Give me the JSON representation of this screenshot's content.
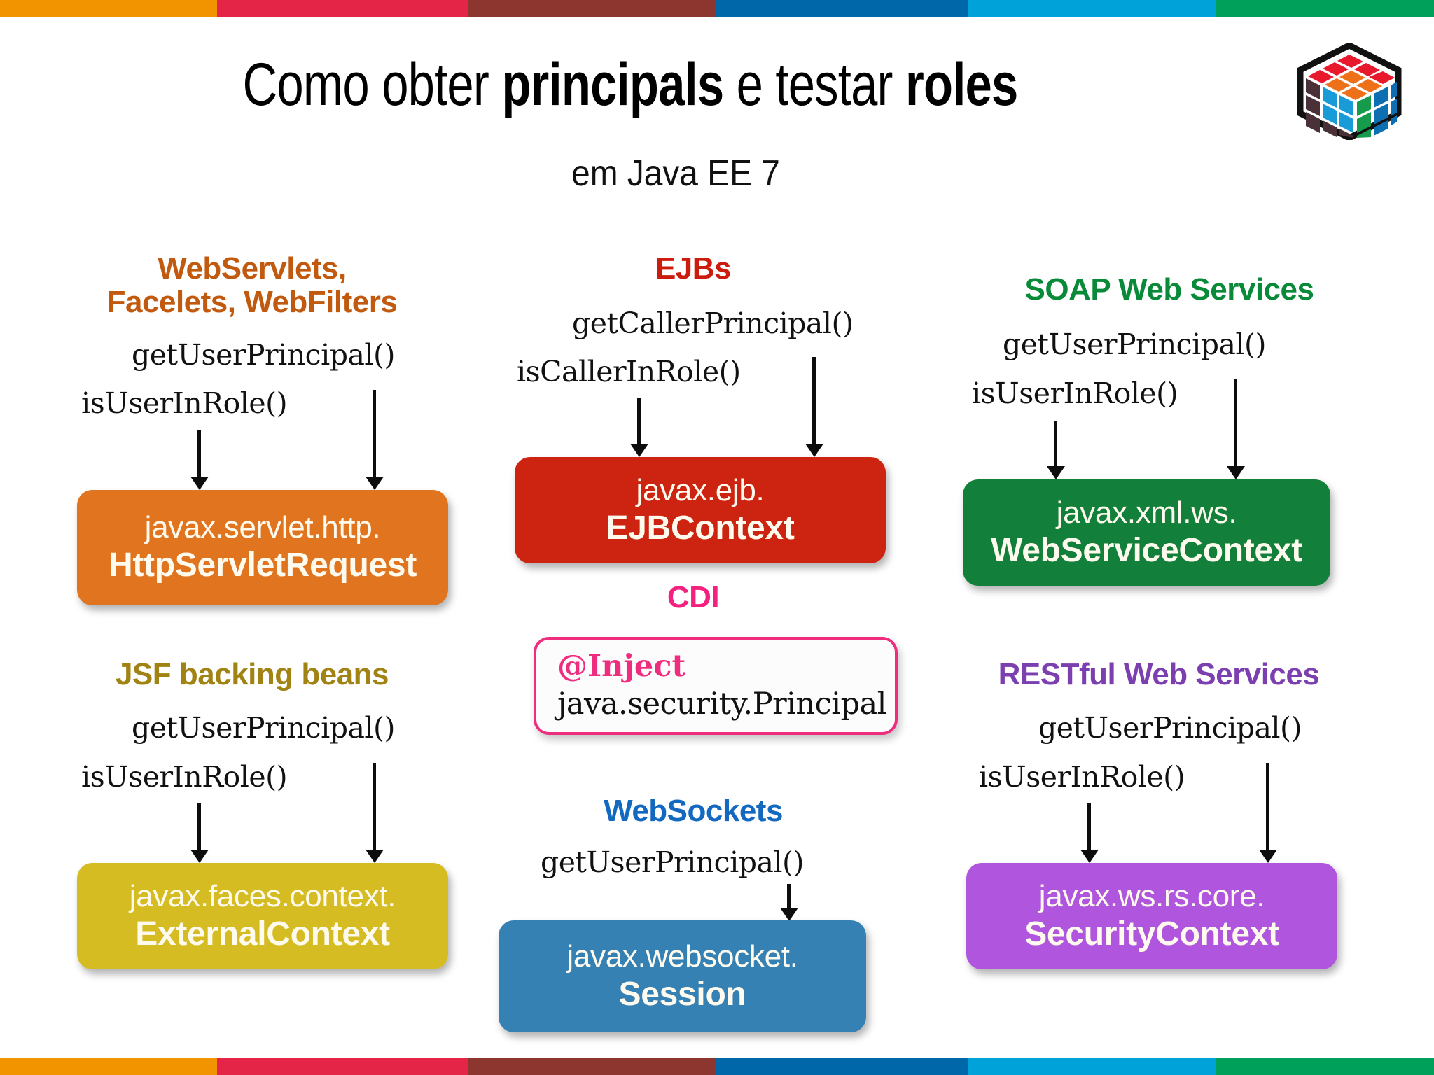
{
  "header": {
    "title_parts": [
      {
        "text": "Como obter ",
        "bold": false
      },
      {
        "text": "principals",
        "bold": true
      },
      {
        "text": " e testar ",
        "bold": false
      },
      {
        "text": "roles",
        "bold": true
      }
    ],
    "title_plain": "Como obter principals e testar roles",
    "subtitle": "em Java EE 7",
    "logo_name": "rubiks-cube-hexagon-logo"
  },
  "decor": {
    "top_bar_colors": [
      "#F29400",
      "#E52548",
      "#8D352F",
      "#0068A8",
      "#00A3D9",
      "#00A05A"
    ],
    "bottom_bar_colors": [
      "#F29400",
      "#E52548",
      "#8D352F",
      "#0068A8",
      "#00A3D9",
      "#00A05A"
    ]
  },
  "sections": [
    {
      "id": "webservlets",
      "heading": "WebServlets,\nFacelets, WebFilters",
      "heading_line1": "WebServlets,",
      "heading_line2": "Facelets, WebFilters",
      "heading_color": "#C1590E",
      "methods": [
        "getUserPrincipal()",
        "isUserInRole()"
      ],
      "box": {
        "package": "javax.servlet.http.",
        "class": "HttpServletRequest",
        "color": "#E1751F"
      }
    },
    {
      "id": "ejbs",
      "heading": "EJBs",
      "heading_color": "#CC1C0D",
      "methods": [
        "getCallerPrincipal()",
        "isCallerInRole()"
      ],
      "box": {
        "package": "javax.ejb.",
        "class": "EJBContext",
        "color": "#CC2410"
      }
    },
    {
      "id": "soap",
      "heading": "SOAP Web Services",
      "heading_color": "#098A38",
      "methods": [
        "getUserPrincipal()",
        "isUserInRole()"
      ],
      "box": {
        "package": "javax.xml.ws.",
        "class": "WebServiceContext",
        "color": "#12803A"
      }
    },
    {
      "id": "jsf",
      "heading": "JSF backing beans",
      "heading_color": "#A08312",
      "methods": [
        "getUserPrincipal()",
        "isUserInRole()"
      ],
      "box": {
        "package": "javax.faces.context.",
        "class": "ExternalContext",
        "color": "#D5BC22"
      }
    },
    {
      "id": "cdi",
      "heading": "CDI",
      "heading_color": "#F4227E",
      "box": {
        "annotation": "@Inject",
        "type": "java.security.Principal",
        "border_color": "#EF2D7E",
        "background": "#FDFCFD"
      }
    },
    {
      "id": "websockets",
      "heading": "WebSockets",
      "heading_color": "#1368C0",
      "methods": [
        "getUserPrincipal()"
      ],
      "box": {
        "package": "javax.websocket.",
        "class": "Session",
        "color": "#3681B4"
      }
    },
    {
      "id": "rest",
      "heading": "RESTful Web Services",
      "heading_color": "#7B3FB0",
      "methods": [
        "getUserPrincipal()",
        "isUserInRole()"
      ],
      "box": {
        "package": "javax.ws.rs.core.",
        "class": "SecurityContext",
        "color": "#B055DD"
      }
    }
  ]
}
